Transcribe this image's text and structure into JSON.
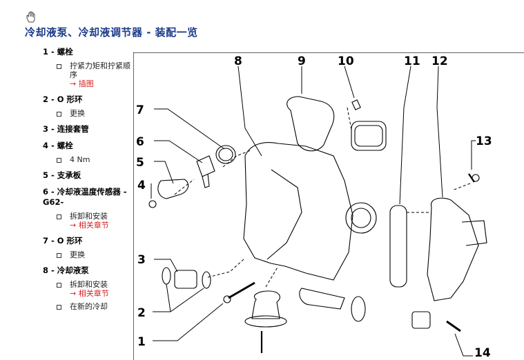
{
  "title": "冷却液泵、冷却液调节器 - 装配一览",
  "legend": [
    {
      "label": "1 - 螺栓",
      "subs": [
        {
          "text": "拧紧力矩和拧紧顺序",
          "link": "→ 插图"
        }
      ]
    },
    {
      "label": "2 - O 形环",
      "subs": [
        {
          "text": "更换",
          "link": ""
        }
      ]
    },
    {
      "label": "3 - 连接套管",
      "subs": []
    },
    {
      "label": "4 - 螺栓",
      "subs": [
        {
          "text": "4 Nm",
          "link": ""
        }
      ]
    },
    {
      "label": "5 - 支承板",
      "subs": []
    },
    {
      "label": "6 - 冷却液温度传感器 -G62-",
      "subs": [
        {
          "text": "拆卸和安装",
          "link": "→ 相关章节"
        }
      ]
    },
    {
      "label": "7 - O 形环",
      "subs": [
        {
          "text": "更换",
          "link": ""
        }
      ]
    },
    {
      "label": "8 - 冷却液泵",
      "subs": [
        {
          "text": "拆卸和安装",
          "link": "→ 相关章节"
        },
        {
          "text": "在新的冷却",
          "link": ""
        }
      ]
    }
  ],
  "callouts": [
    "1",
    "2",
    "3",
    "4",
    "5",
    "6",
    "7",
    "8",
    "9",
    "10",
    "11",
    "12",
    "13",
    "14"
  ]
}
